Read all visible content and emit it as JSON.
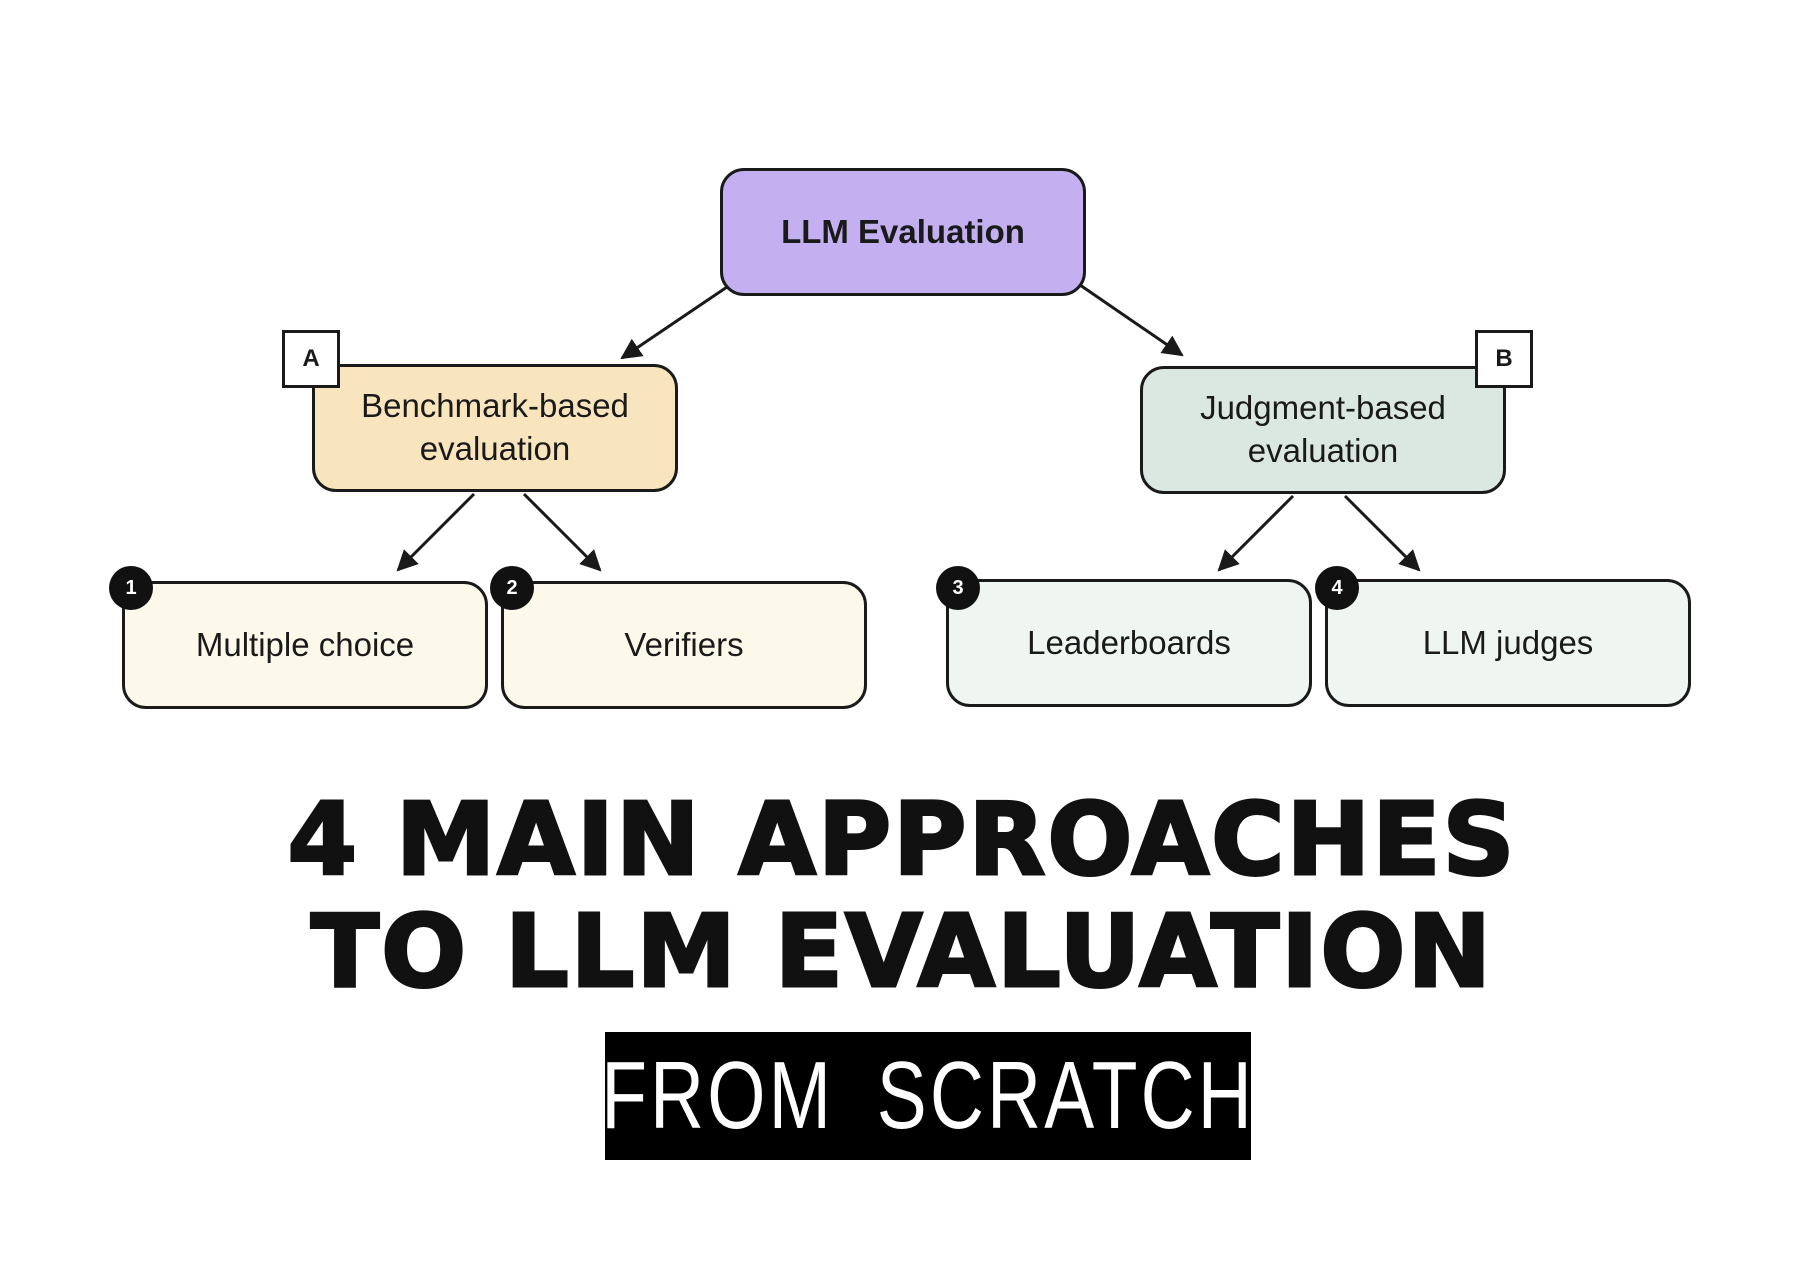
{
  "diagram": {
    "root": {
      "label": "LLM Evaluation",
      "color": "#c4b0f0"
    },
    "groups": [
      {
        "tag": "A",
        "label": "Benchmark-based evaluation",
        "color": "#f8e5bd"
      },
      {
        "tag": "B",
        "label": "Judgment-based evaluation",
        "color": "#dbe8e1"
      }
    ],
    "leaves": [
      {
        "number": "1",
        "label": "Multiple choice",
        "color": "#fdf9ea"
      },
      {
        "number": "2",
        "label": "Verifiers",
        "color": "#fdf9ea"
      },
      {
        "number": "3",
        "label": "Leaderboards",
        "color": "#eff5f1"
      },
      {
        "number": "4",
        "label": "LLM judges",
        "color": "#eff5f1"
      }
    ],
    "edges": [
      {
        "from": "root",
        "to": "group-a"
      },
      {
        "from": "root",
        "to": "group-b"
      },
      {
        "from": "group-a",
        "to": "leaf-1"
      },
      {
        "from": "group-a",
        "to": "leaf-2"
      },
      {
        "from": "group-b",
        "to": "leaf-3"
      },
      {
        "from": "group-b",
        "to": "leaf-4"
      }
    ]
  },
  "headline": {
    "line1": "4 MAIN APPROACHES",
    "line2": "TO LLM EVALUATION"
  },
  "banner": {
    "text": "FROM SCRATCH"
  }
}
